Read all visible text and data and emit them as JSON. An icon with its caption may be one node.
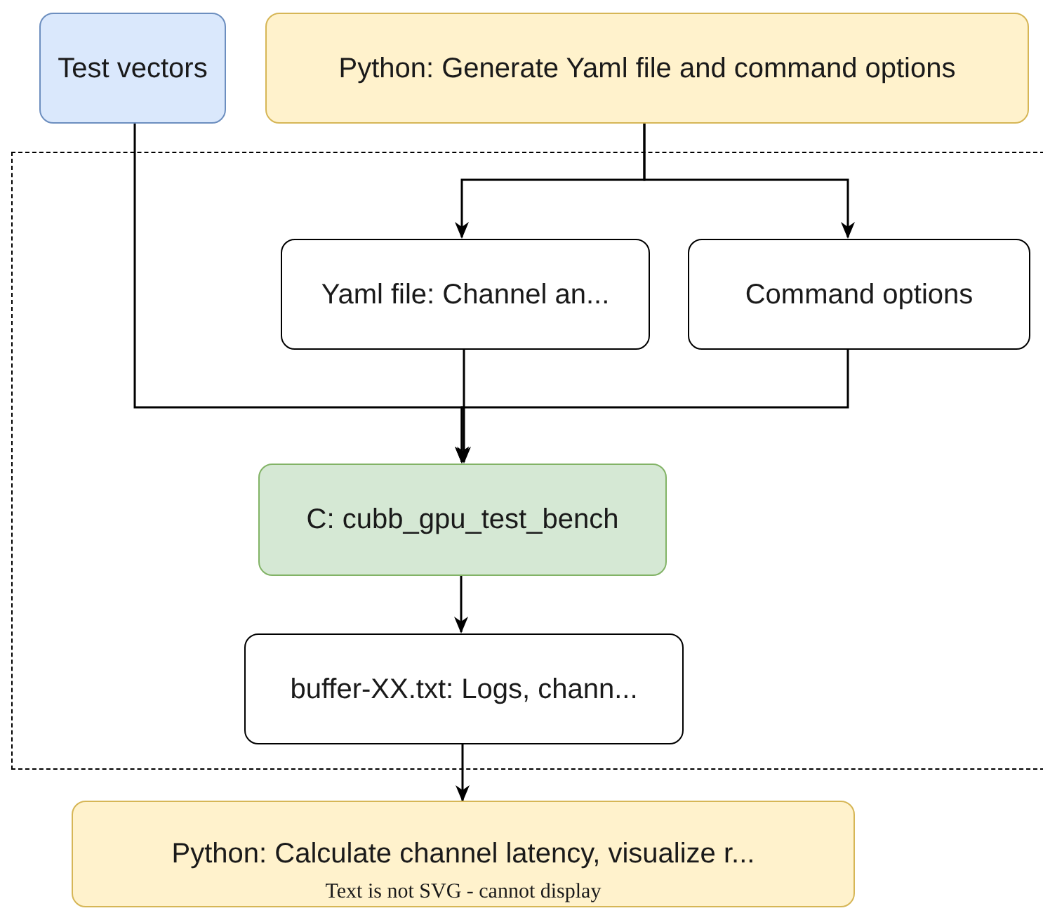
{
  "diagram": {
    "nodes": [
      {
        "text": [
          "Test vectors"
        ]
      },
      {
        "text": [
          "Python: Generate Yaml file and command options"
        ]
      },
      {
        "text": [],
        "shape": "box"
      },
      {
        "text": [
          "Yaml file: Channel an..."
        ],
        "in": 2
      },
      {
        "text": [
          "Command options"
        ],
        "in": 2
      },
      {
        "text": [
          "C: cubb_gpu_test_bench"
        ],
        "in": 2
      },
      {
        "text": [
          "buffer-XX.txt: Logs, chann..."
        ],
        "in": 2
      },
      {
        "text": [
          "Python: Calculate channel latency, visualize r...",
          "Text is not SVG - cannot display"
        ]
      }
    ],
    "edges": [
      {
        "from": 1,
        "to": 3,
        "arrow": "to"
      },
      {
        "from": 1,
        "to": 4,
        "arrow": "to"
      },
      {
        "from": 0,
        "to": 5,
        "arrow": "to"
      },
      {
        "from": 3,
        "to": 5,
        "arrow": "to"
      },
      {
        "from": 4,
        "to": 5,
        "arrow": "to"
      },
      {
        "from": 5,
        "to": 6,
        "arrow": "to"
      },
      {
        "from": 6,
        "to": 7,
        "arrow": "to"
      }
    ]
  }
}
